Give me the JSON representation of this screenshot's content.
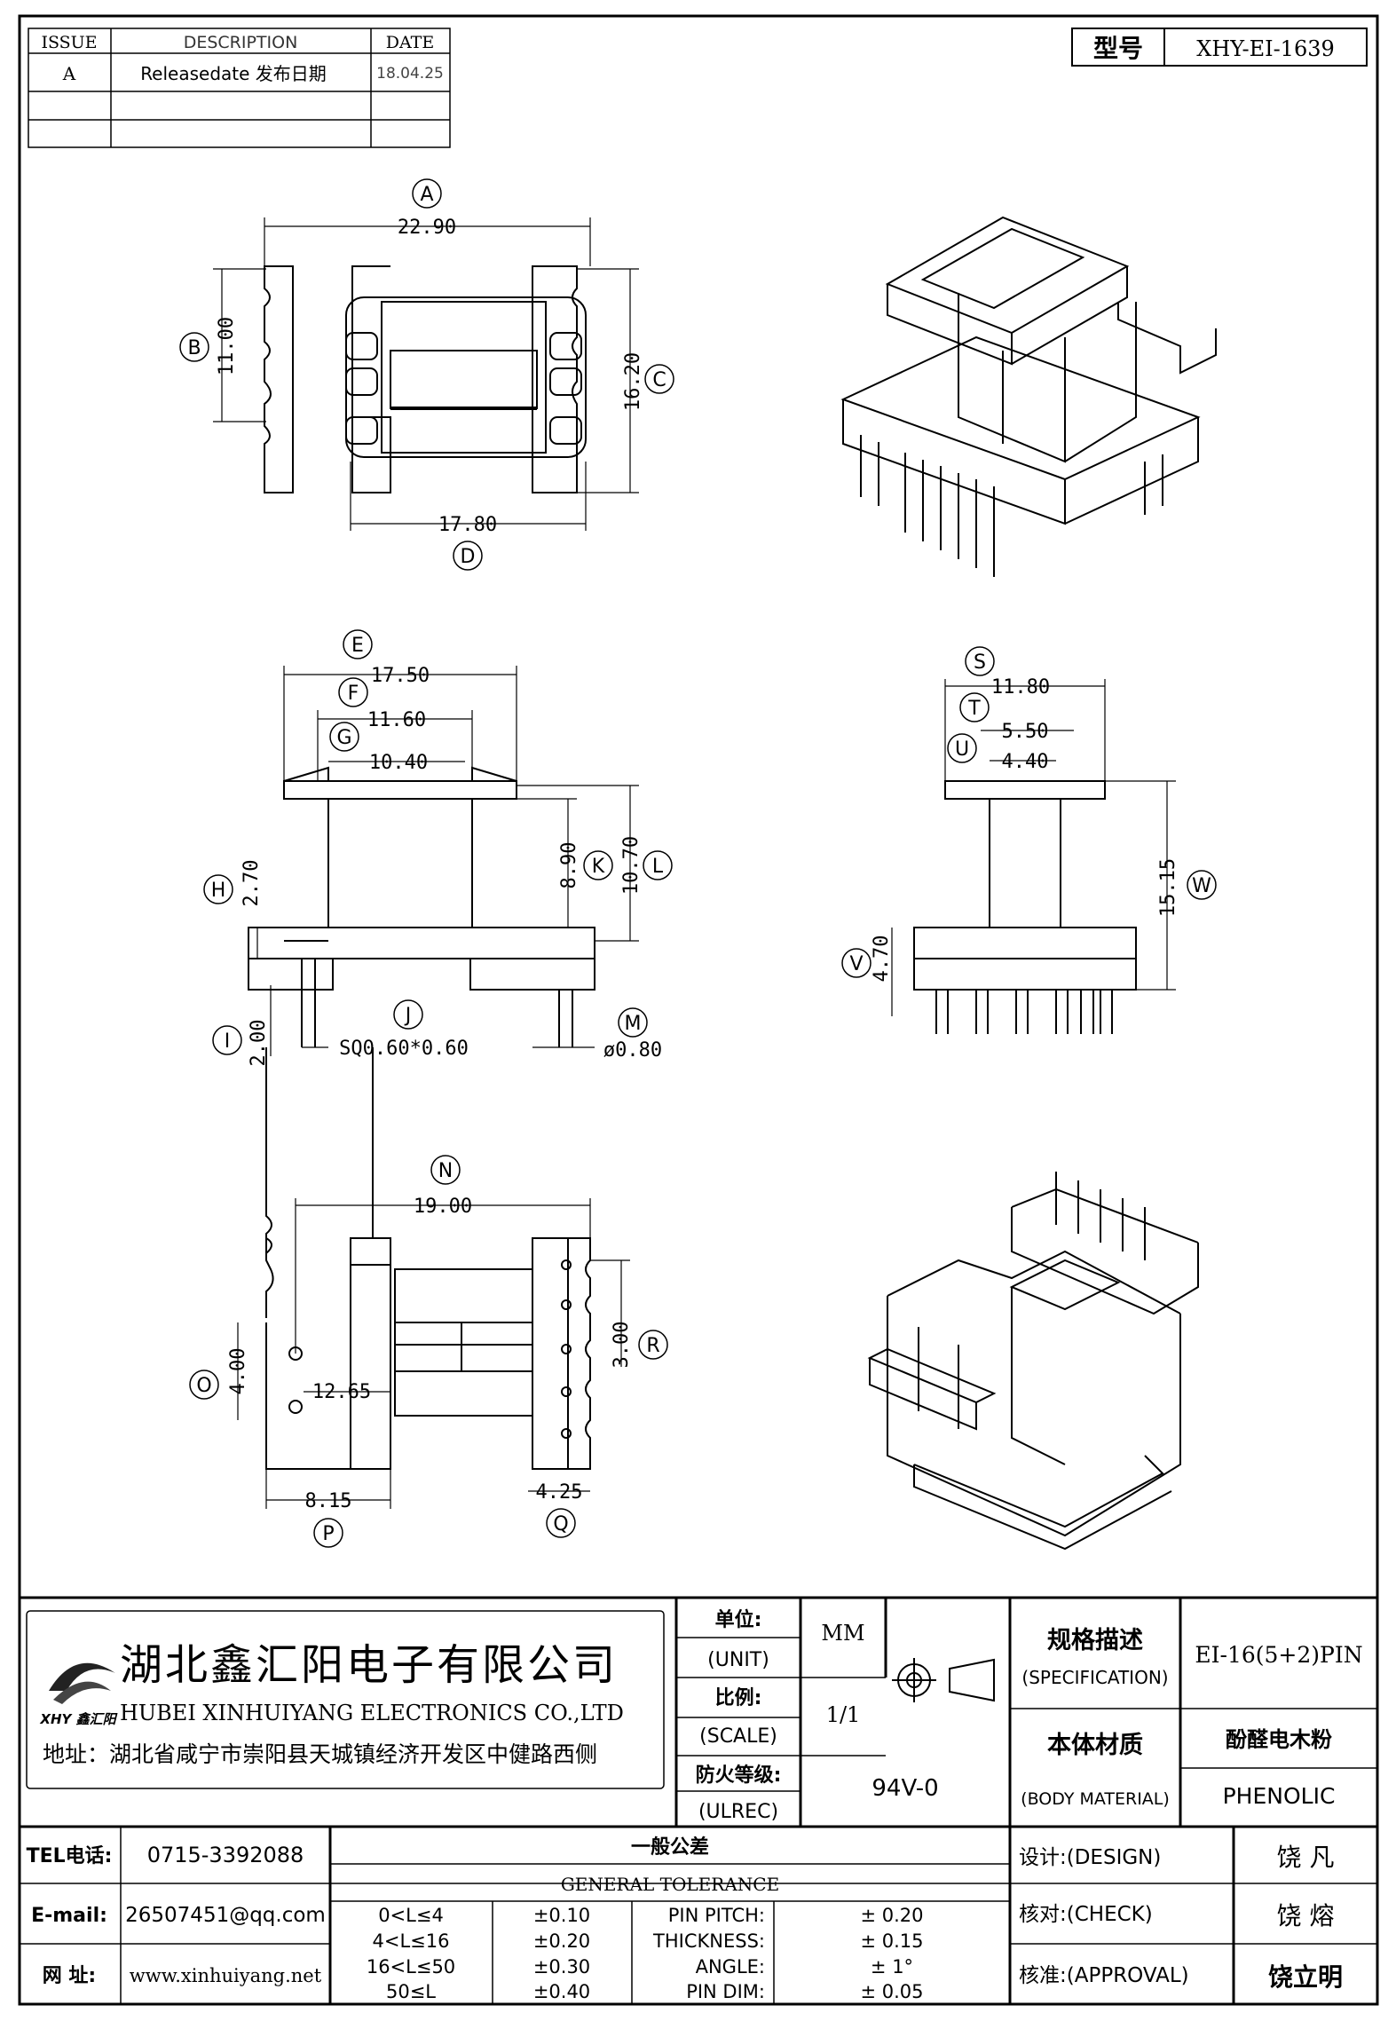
{
  "revision_table": {
    "headers": [
      "ISSUE",
      "DESCRIPTION",
      "DATE"
    ],
    "rows": [
      {
        "issue": "A",
        "description": "Releasedate 发布日期",
        "date": "18.04.25"
      },
      {
        "issue": "",
        "description": "",
        "date": ""
      },
      {
        "issue": "",
        "description": "",
        "date": ""
      }
    ]
  },
  "model": {
    "label": "型号",
    "value": "XHY-EI-1639"
  },
  "views": {
    "top": {
      "dims": {
        "A": "22.90",
        "B": "11.00",
        "C": "16.20",
        "D": "17.80"
      },
      "letters": [
        "A",
        "B",
        "C",
        "D"
      ]
    },
    "front": {
      "dims": {
        "E": "17.50",
        "F": "11.60",
        "G": "10.40",
        "H": "2.70",
        "K": "8.90",
        "L": "10.70",
        "I": "2.00",
        "J": "SQ0.60*0.60",
        "M": "ø0.80"
      },
      "letters": [
        "E",
        "F",
        "G",
        "H",
        "K",
        "L",
        "I",
        "J",
        "M"
      ]
    },
    "side": {
      "dims": {
        "S": "11.80",
        "T": "5.50",
        "U": "4.40",
        "V": "4.70",
        "W": "15.15"
      },
      "letters": [
        "S",
        "T",
        "U",
        "V",
        "W"
      ]
    },
    "bottom": {
      "dims": {
        "N": "19.00",
        "O": "4.00",
        "inner": "12.65",
        "P": "8.15",
        "Q": "4.25",
        "R": "3.00"
      },
      "letters": [
        "N",
        "O",
        "P",
        "Q",
        "R"
      ]
    }
  },
  "title_block": {
    "company_cn": "湖北鑫汇阳电子有限公司",
    "company_en": "HUBEI XINHUIYANG ELECTRONICS CO.,LTD",
    "address": "地址：湖北省咸宁市崇阳县天城镇经济开发区中健路西侧",
    "logo_text": "XHY 鑫汇阳",
    "unit_label_cn": "单位:",
    "unit_label_en": "(UNIT)",
    "unit_value": "MM",
    "scale_label_cn": "比例:",
    "scale_label_en": "(SCALE)",
    "scale_value": "1/1",
    "fire_label_cn": "防火等级:",
    "fire_label_en": "(ULREC)",
    "fire_value": "94V-0",
    "spec_label_cn": "规格描述",
    "spec_label_en": "(SPECIFICATION)",
    "spec_value": "EI-16(5+2)PIN",
    "material_label_cn": "本体材质",
    "material_label_en": "(BODY MATERIAL)",
    "material_value_cn": "酚醛电木粉",
    "material_value_en": "PHENOLIC"
  },
  "contact": {
    "tel_label": "TEL电话:",
    "tel": "0715-3392088",
    "email_label": "E-mail:",
    "email": "26507451@qq.com",
    "web_label": "网  址:",
    "web": "www.xinhuiyang.net"
  },
  "tolerance": {
    "title_cn": "一般公差",
    "title_en": "GENERAL TOLERANCE",
    "rows": [
      {
        "range": "0<L≤4",
        "tol": "±0.10",
        "item": "PIN PITCH:",
        "value": "± 0.20"
      },
      {
        "range": "4<L≤16",
        "tol": "±0.20",
        "item": "THICKNESS:",
        "value": "± 0.15"
      },
      {
        "range": "16<L≤50",
        "tol": "±0.30",
        "item": "ANGLE:",
        "value": "± 1°"
      },
      {
        "range": "50≤L",
        "tol": "±0.40",
        "item": "PIN DIM:",
        "value": "± 0.05"
      }
    ]
  },
  "signoff": {
    "design_label": "设计:(DESIGN)",
    "design_name": "饶  凡",
    "check_label": "核对:(CHECK)",
    "check_name": "饶  熔",
    "approval_label": "核准:(APPROVAL)",
    "approval_name": "饶立明"
  }
}
